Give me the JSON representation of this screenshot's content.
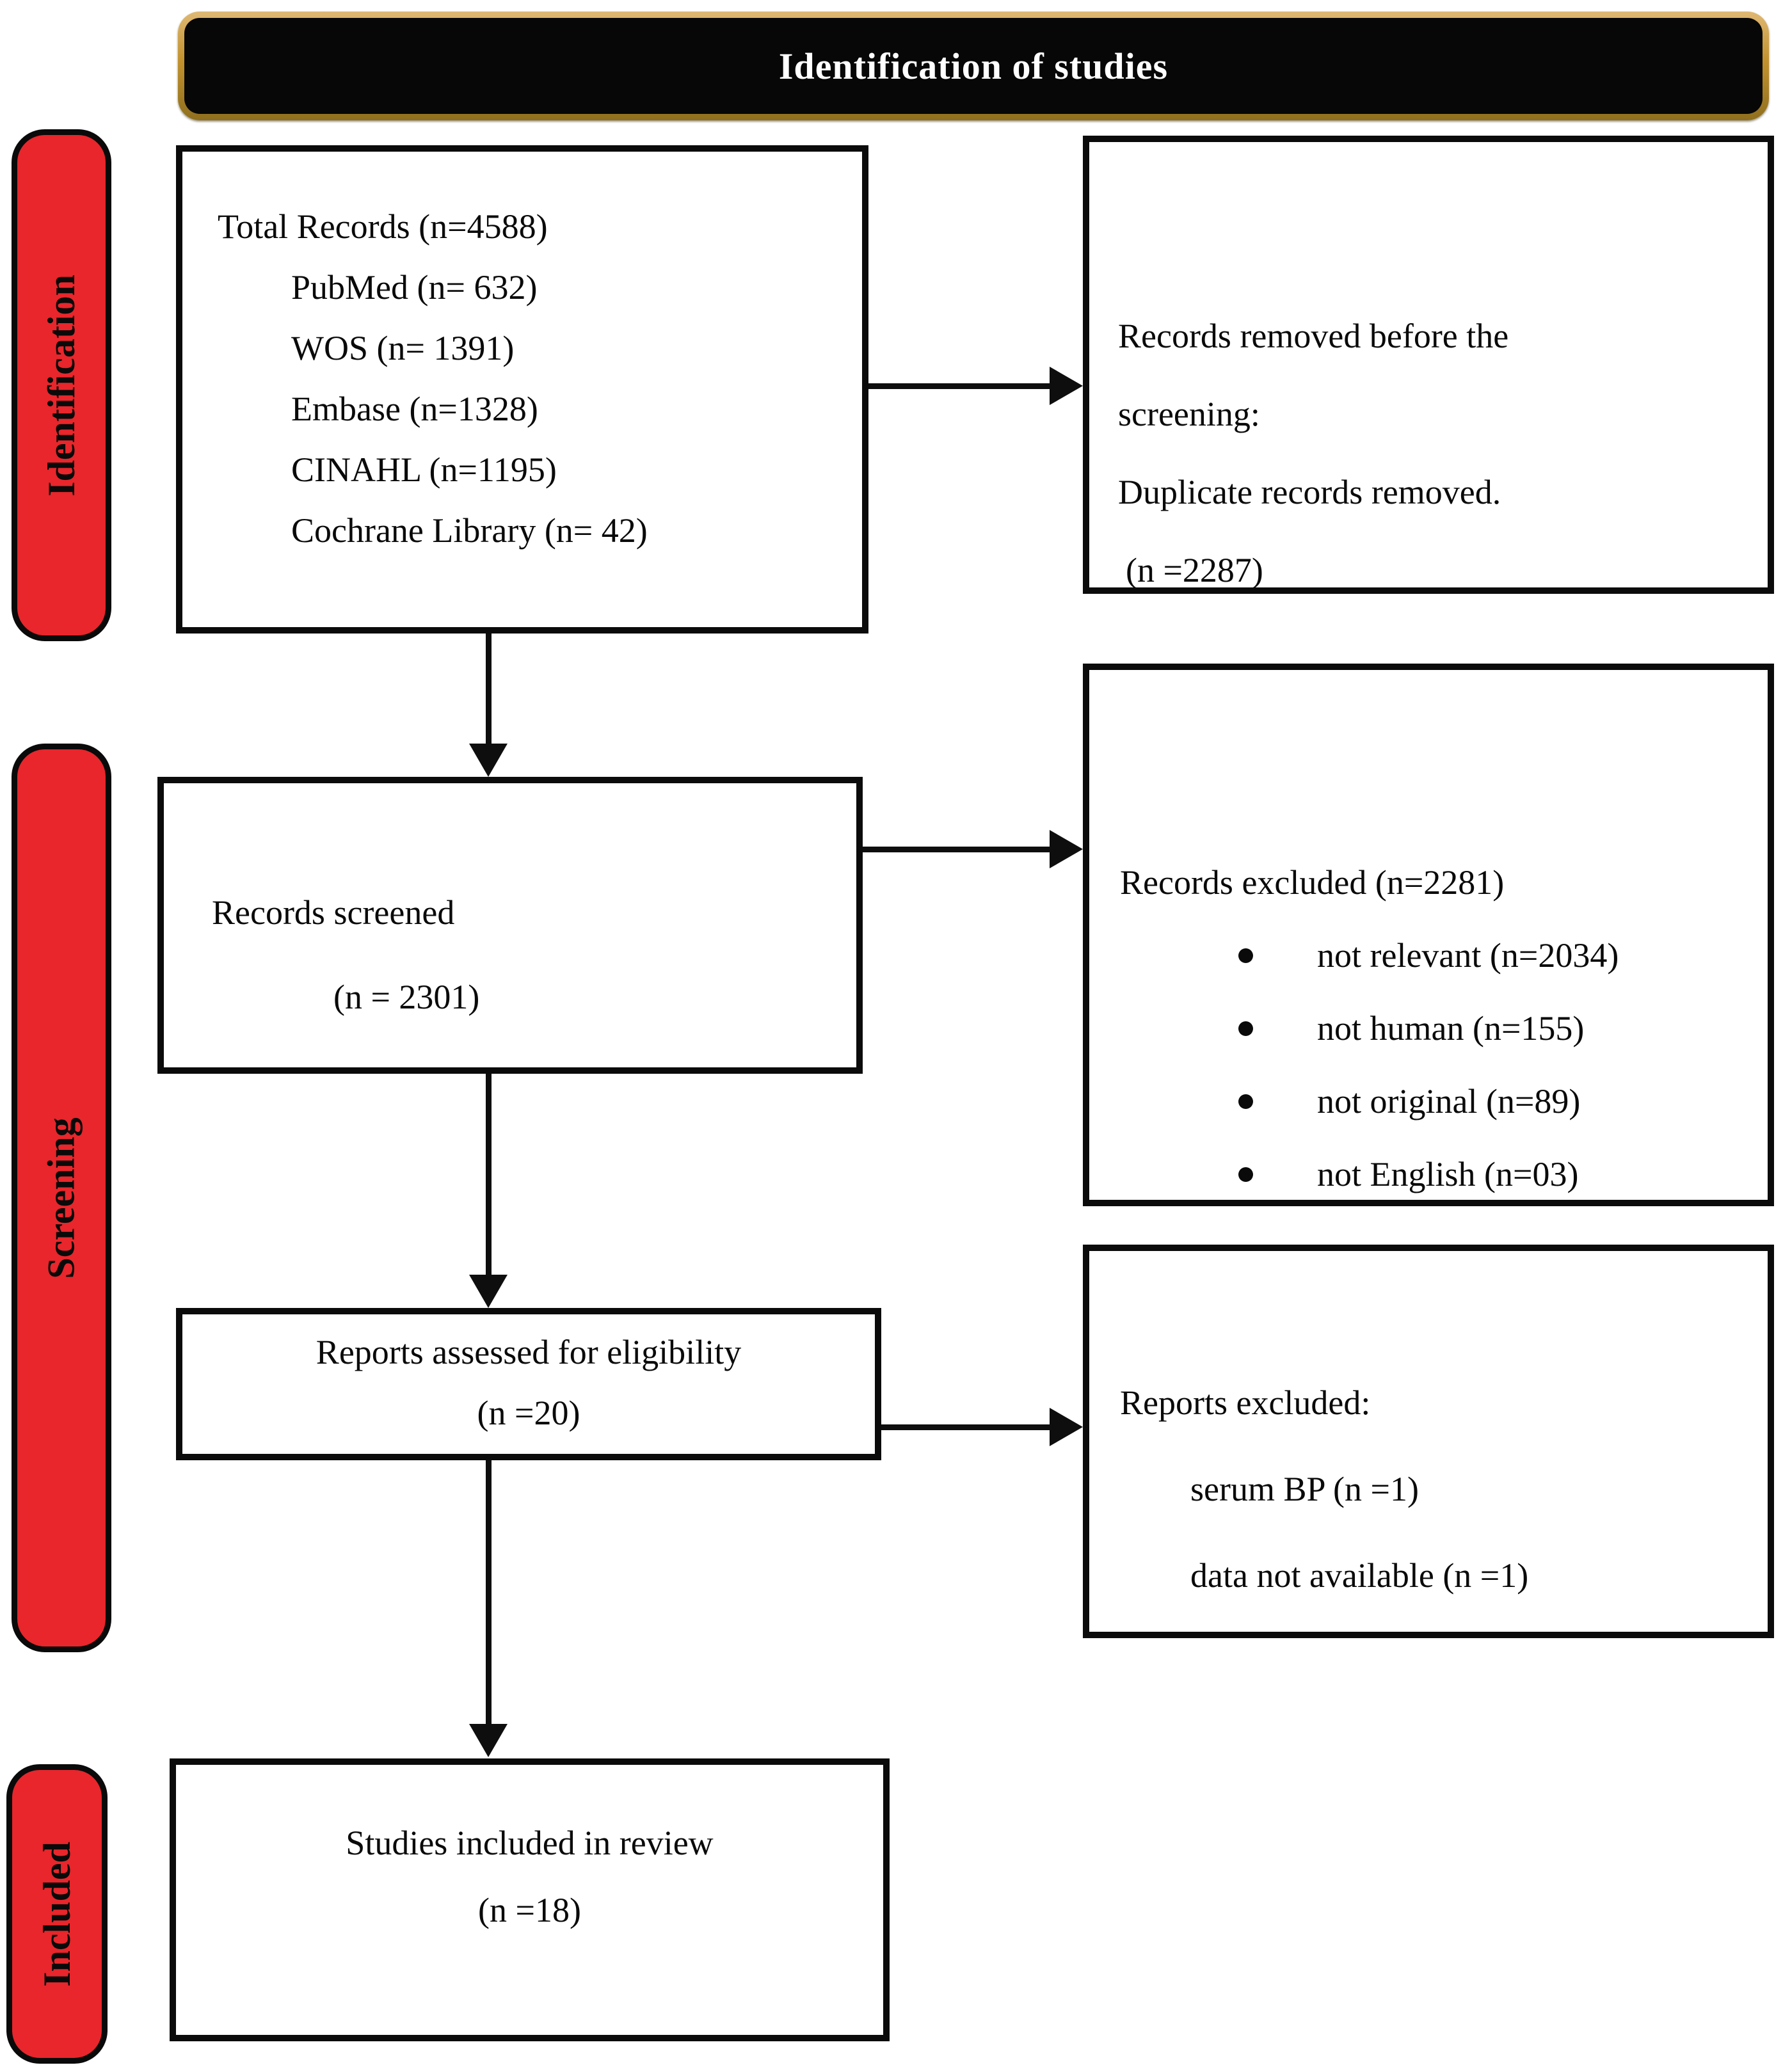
{
  "header": {
    "title": "Identification of studies"
  },
  "stages": [
    {
      "label": "Identification"
    },
    {
      "label": "Screening"
    },
    {
      "label": "Included"
    }
  ],
  "boxes": {
    "records": {
      "total": "Total Records (n=4588)",
      "sources": [
        "PubMed (n= 632)",
        "WOS (n= 1391)",
        "Embase (n=1328)",
        "CINAHL (n=1195)",
        "Cochrane Library (n= 42)"
      ]
    },
    "removed": {
      "lines": [
        "Records removed before the",
        "screening:",
        "Duplicate records removed.",
        "(n =2287)"
      ]
    },
    "screened": {
      "title": "Records screened",
      "n": "(n = 2301)"
    },
    "excluded": {
      "title": "Records excluded (n=2281)",
      "bullets": [
        "not relevant (n=2034)",
        "not human (n=155)",
        "not original (n=89)",
        "not English (n=03)"
      ]
    },
    "assessed": {
      "title": "Reports assessed for eligibility",
      "n": "(n =20)"
    },
    "reports_excluded": {
      "title": "Reports excluded:",
      "items": [
        "serum BP (n =1)",
        "data not available (n =1)"
      ]
    },
    "included": {
      "title": "Studies included in review",
      "n": "(n =18)"
    }
  },
  "colors": {
    "stage_fill": "#e8262b",
    "header_fill": "#070707",
    "header_text": "#ffffff",
    "gold_light": "#dfb873",
    "gold_dark": "#8f6f1e",
    "line": "#0e0e0e",
    "box_border": "#0b0b0b",
    "text": "#0a0a0a"
  }
}
